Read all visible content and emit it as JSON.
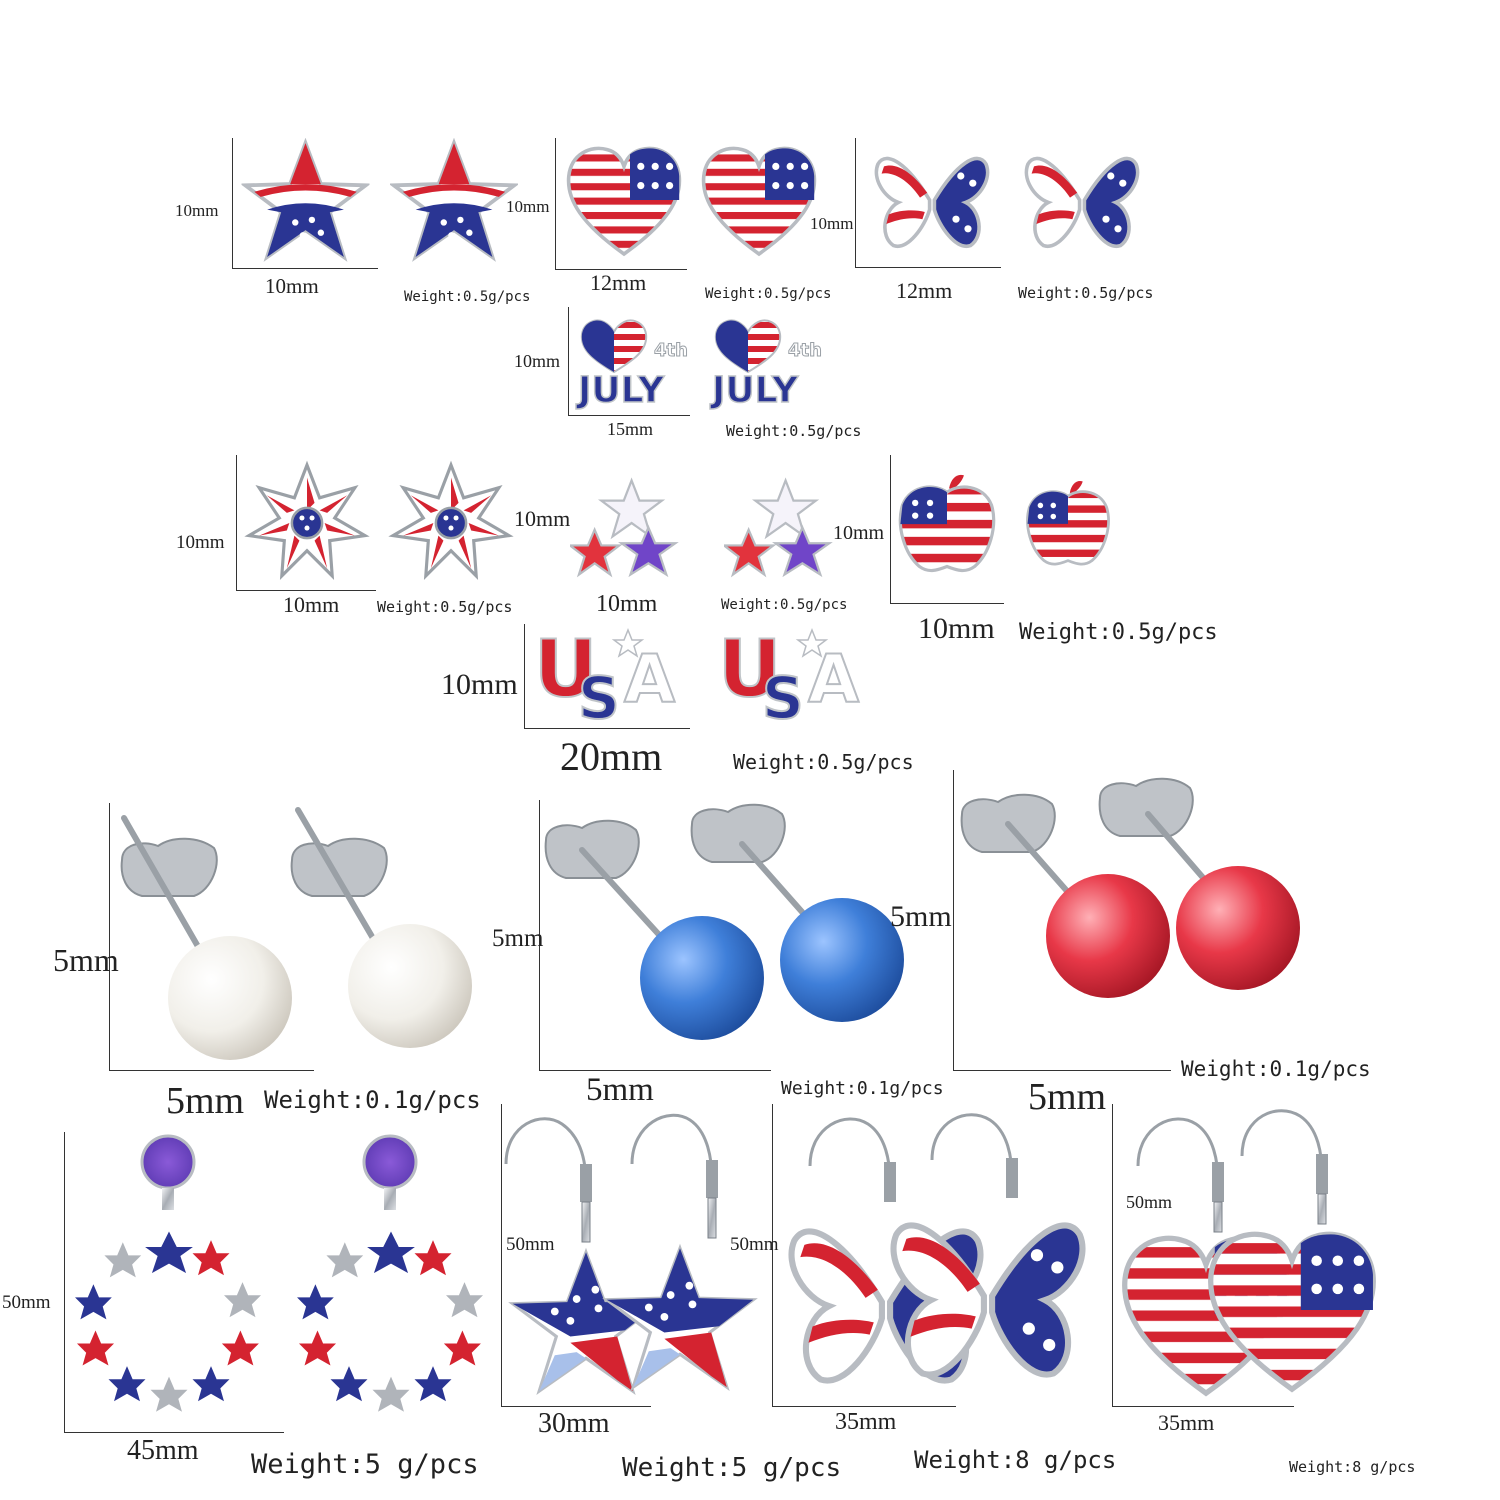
{
  "products": {
    "star_stud": {
      "height": "10mm",
      "width": "10mm",
      "weight": "Weight:0.5g/pcs"
    },
    "heart_stud": {
      "height": "10mm",
      "width": "12mm",
      "weight": "Weight:0.5g/pcs"
    },
    "butterfly_stud": {
      "height": "10mm",
      "width": "12mm",
      "weight": "Weight:0.5g/pcs"
    },
    "july_stud": {
      "height": "10mm",
      "width": "15mm",
      "weight": "Weight:0.5g/pcs",
      "text": "JULY"
    },
    "flower_stud": {
      "height": "10mm",
      "width": "10mm",
      "weight": "Weight:0.5g/pcs"
    },
    "three_star_stud": {
      "height": "10mm",
      "width": "10mm",
      "weight": "Weight:0.5g/pcs"
    },
    "apple_stud": {
      "height": "10mm",
      "width": "10mm",
      "weight": "Weight:0.5g/pcs"
    },
    "usa_stud": {
      "height": "10mm",
      "width": "20mm",
      "weight": "Weight:0.5g/pcs",
      "text_u": "U",
      "text_s": "S",
      "text_a": "A"
    },
    "white_pearl": {
      "height": "5mm",
      "width": "5mm",
      "weight": "Weight:0.1g/pcs"
    },
    "blue_pearl": {
      "height": "5mm",
      "width": "5mm",
      "weight": "Weight:0.1g/pcs"
    },
    "red_pearl": {
      "height": "5mm",
      "width": "5mm",
      "weight": "Weight:0.1g/pcs"
    },
    "star_wreath_drop": {
      "height": "50mm",
      "width": "45mm",
      "weight": "Weight:5 g/pcs"
    },
    "star_drop": {
      "height": "50mm",
      "width": "30mm",
      "weight": "Weight:5 g/pcs"
    },
    "butterfly_drop": {
      "height": "50mm",
      "width": "35mm",
      "weight": "Weight:8 g/pcs"
    },
    "heart_drop": {
      "height": "50mm",
      "width": "35mm",
      "weight": "Weight:8 g/pcs"
    }
  },
  "colors": {
    "red": "#d42330",
    "blue": "#2a3593",
    "white": "#ffffff",
    "silver": "#b8bcc2",
    "pearl_blue": "#3f7fd9",
    "pearl_red": "#e83848"
  }
}
